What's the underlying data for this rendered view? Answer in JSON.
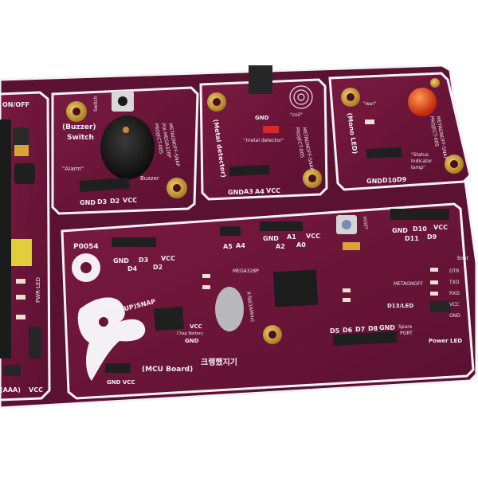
{
  "colors": {
    "board": "#6b1536",
    "board_dark": "#4a0d25",
    "edge": "#f4f2f6",
    "gold": "#d2a53a",
    "silk": "#f5f1f6",
    "header": "#262626"
  },
  "battery_board": {
    "on_off": "ON/OFF",
    "pwr_led": "PWR-LED",
    "aaa": "(AAA)",
    "vcc": "VCC"
  },
  "buzzer_board": {
    "title": "(Buzzer)",
    "title2": "Switch",
    "switch": "Switch",
    "alarm": "\"Alarm\"",
    "buzzer": "Buzzer",
    "brand": "METAGNOFF-SNAP",
    "part": "PIX-MEGA328P",
    "project": "PROJECT-005",
    "pins": [
      "GND",
      "D3",
      "D2",
      "VCC"
    ]
  },
  "metal_board": {
    "title": "(Metal detector)",
    "coil": "\"coil\"",
    "detector": "\"metal detector\"",
    "brand": "METAGNOFF-SNAP",
    "project": "PROJECT-005",
    "pins": [
      "GND",
      "A3",
      "A4",
      "VCC"
    ],
    "pins_top": [
      "GND"
    ]
  },
  "led_board": {
    "title": "(Mono LED)",
    "war": "\"war\"",
    "status": "\"Status",
    "status2": "Indicator",
    "status3": "lamp\"",
    "brand": "METAGNOFF-SNAP",
    "project": "PROJECT-005",
    "pins": [
      "GND",
      "D10",
      "D9"
    ]
  },
  "mcu_board": {
    "code": "P0054",
    "title": "(MCU Board)",
    "pickup": "PICK(UP)SNAP",
    "chip": "MEGA328P",
    "crystal": "X-Tal(16MHz)",
    "battery": "Chap Battery",
    "vcc": "VCC",
    "gnd": "GND",
    "gnd_vcc": "GND VCC",
    "d13": "D13/LED",
    "spare": "Spare",
    "port": "PORT",
    "power_led": "Power LED",
    "reset": "RESET",
    "brand": "METAGNOFF",
    "korean": "크랭했지기",
    "left_pins": [
      "GND",
      "D3",
      "VCC"
    ],
    "left_pins2": [
      "D4",
      "D2"
    ],
    "mid_pins": [
      "A5",
      "A4"
    ],
    "a_pins": [
      "GND",
      "A1",
      "VCC"
    ],
    "a_pins2": [
      "A2",
      "A0"
    ],
    "right_pins": [
      "GND",
      "D10",
      "VCC"
    ],
    "right_pins2": [
      "D11",
      "D9"
    ],
    "bottom_pins": [
      "D5",
      "D6",
      "D7",
      "D8",
      "GND"
    ],
    "side_labels": [
      "DTR",
      "TXD",
      "RXD",
      "VCC",
      "GND",
      "Boot"
    ]
  }
}
